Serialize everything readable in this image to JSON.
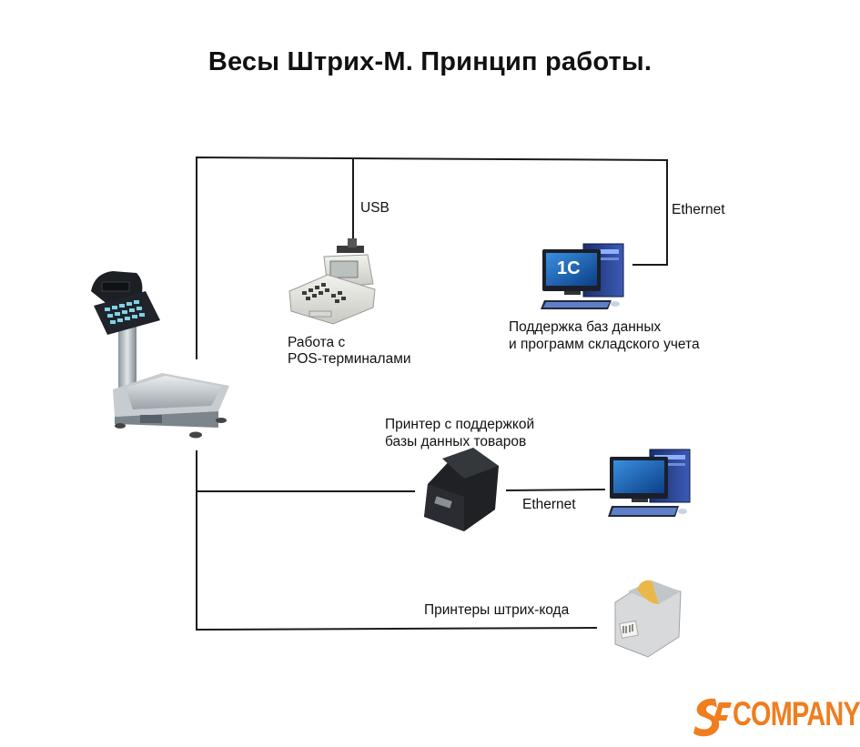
{
  "title": "Весы Штрих-М. Принцип работы.",
  "labels": {
    "usb": "USB",
    "ethernet_top": "Ethernet",
    "pos_line1": "Работа с",
    "pos_line2": "POS-терминалами",
    "db_line1": "Поддержка баз данных",
    "db_line2": "и программ складского учета",
    "printer_line1": "Принтер с поддержкой",
    "printer_line2": "базы данных товаров",
    "ethernet_mid": "Ethernet",
    "barcode": "Принтеры штрих-кода",
    "monitor_1c": "1С"
  },
  "logo": {
    "text": "COMPANY",
    "mark": "SF"
  },
  "colors": {
    "line": "#1a1a1a",
    "logo_orange": "#f07d1e",
    "screen_blue": "#1f5fa8"
  }
}
